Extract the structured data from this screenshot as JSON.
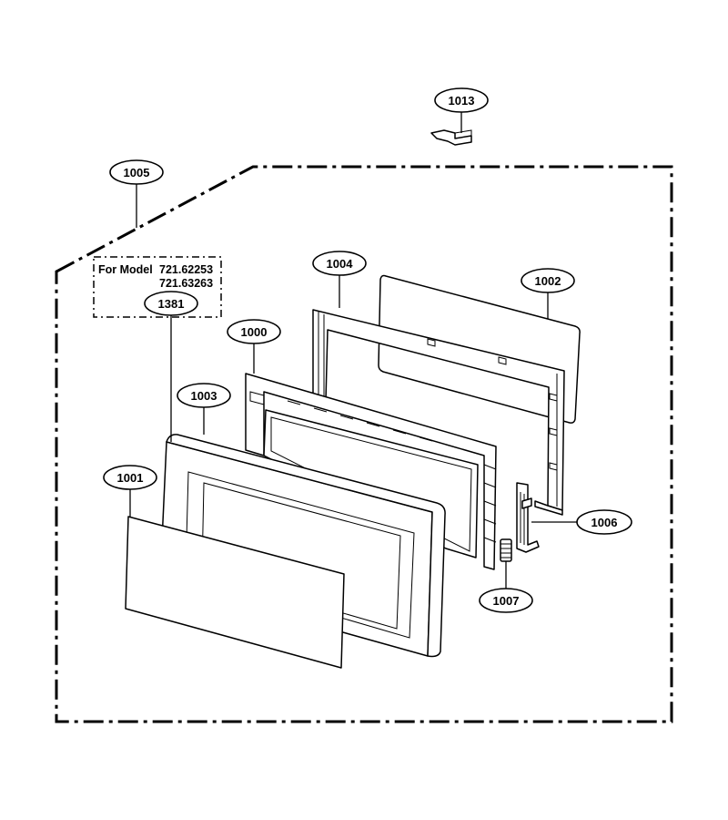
{
  "model_note": {
    "prefix": "For Model",
    "model_a": "721.62253",
    "model_b": "721.63263"
  },
  "callouts": {
    "p1000": "1000",
    "p1001": "1001",
    "p1002": "1002",
    "p1003": "1003",
    "p1004": "1004",
    "p1005": "1005",
    "p1006": "1006",
    "p1007": "1007",
    "p1013": "1013",
    "p1381": "1381"
  }
}
